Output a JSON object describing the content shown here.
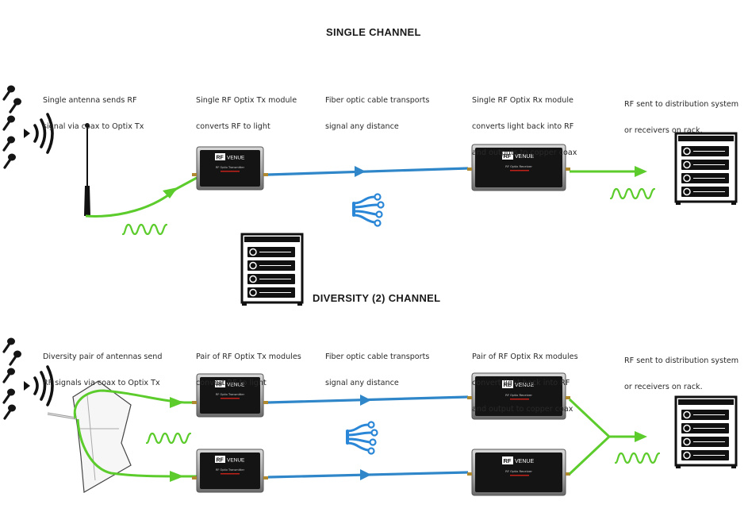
{
  "single": {
    "title": "SINGLE CHANNEL",
    "captions": [
      {
        "lines": [
          "Single antenna sends RF",
          "signal via coax to Optix Tx"
        ]
      },
      {
        "lines": [
          "Single RF Optix Tx module",
          "converts RF to light"
        ]
      },
      {
        "lines": [
          "Fiber optic cable transports",
          "signal any distance"
        ]
      },
      {
        "lines": [
          "Single RF Optix Rx module",
          "converts light back into RF",
          "and outputs to copper coax"
        ]
      },
      {
        "lines": [
          "RF sent to distribution system",
          "or receivers on rack."
        ]
      }
    ]
  },
  "diversity": {
    "title": "DIVERSITY (2) CHANNEL",
    "captions": [
      {
        "lines": [
          "Diversity pair of antennas send",
          "RF signals via coax to Optix Tx"
        ]
      },
      {
        "lines": [
          "Pair of RF Optix Tx modules",
          "convert RF to light"
        ]
      },
      {
        "lines": [
          "Fiber optic cable transports",
          "signal any distance"
        ]
      },
      {
        "lines": [
          "Pair of RF Optix Rx modules",
          "convert light back into RF",
          "and output to copper coax"
        ]
      },
      {
        "lines": [
          "RF sent to distribution system",
          "or receivers on rack."
        ]
      }
    ]
  },
  "device_labels": {
    "brand_rf": "RF",
    "brand_venue": "VENUE",
    "tx_name": "RF Optix Transmitter",
    "rx_name": "RF Optix Receiver"
  },
  "colors": {
    "rf_green": "#5ccc2c",
    "fiber_blue": "#2f86c8",
    "fiber_icon_blue": "#2a86d6",
    "ink": "#111111",
    "module_red": "#c0201a"
  },
  "icons": [
    "microphone-icon",
    "wireless-signal-icon",
    "whip-antenna-icon",
    "paddle-antenna-icon",
    "rf-wave-icon",
    "fiber-optic-icon",
    "receiver-rack-icon",
    "optix-tx-module",
    "optix-rx-module"
  ]
}
